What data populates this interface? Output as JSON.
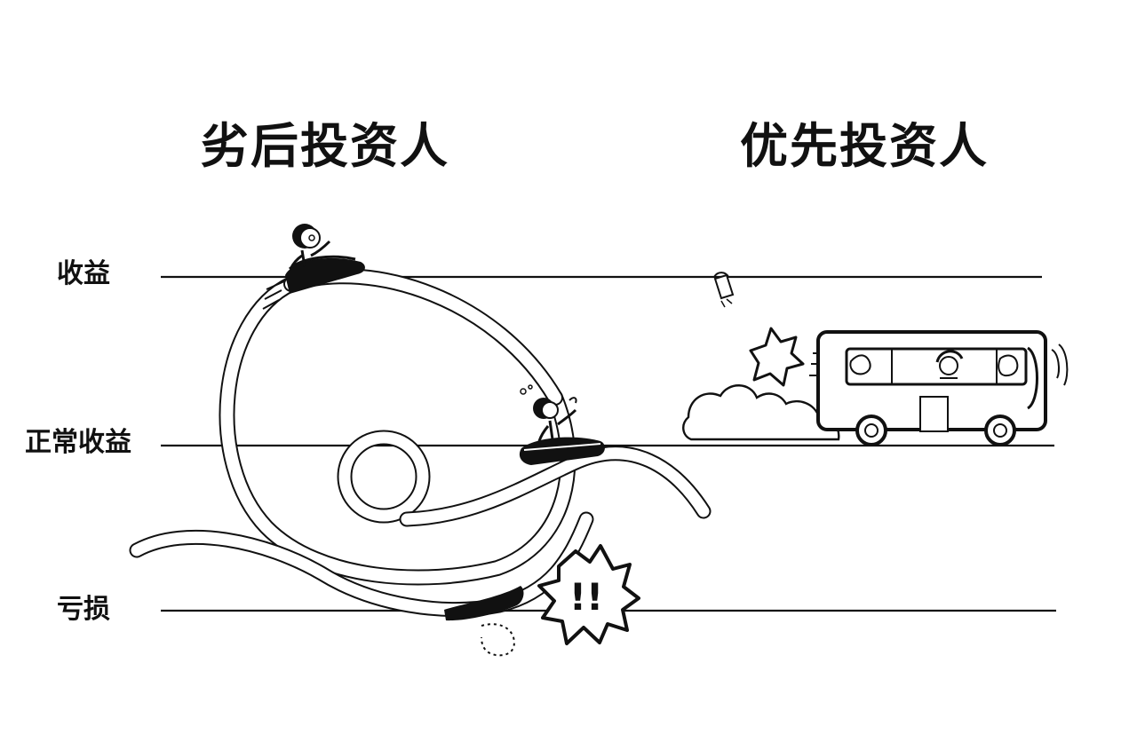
{
  "titles": {
    "left": "劣后投资人",
    "right": "优先投资人"
  },
  "levels": {
    "top": "收益",
    "middle": "正常收益",
    "bottom": "亏损"
  },
  "callout": {
    "text": "!!"
  }
}
